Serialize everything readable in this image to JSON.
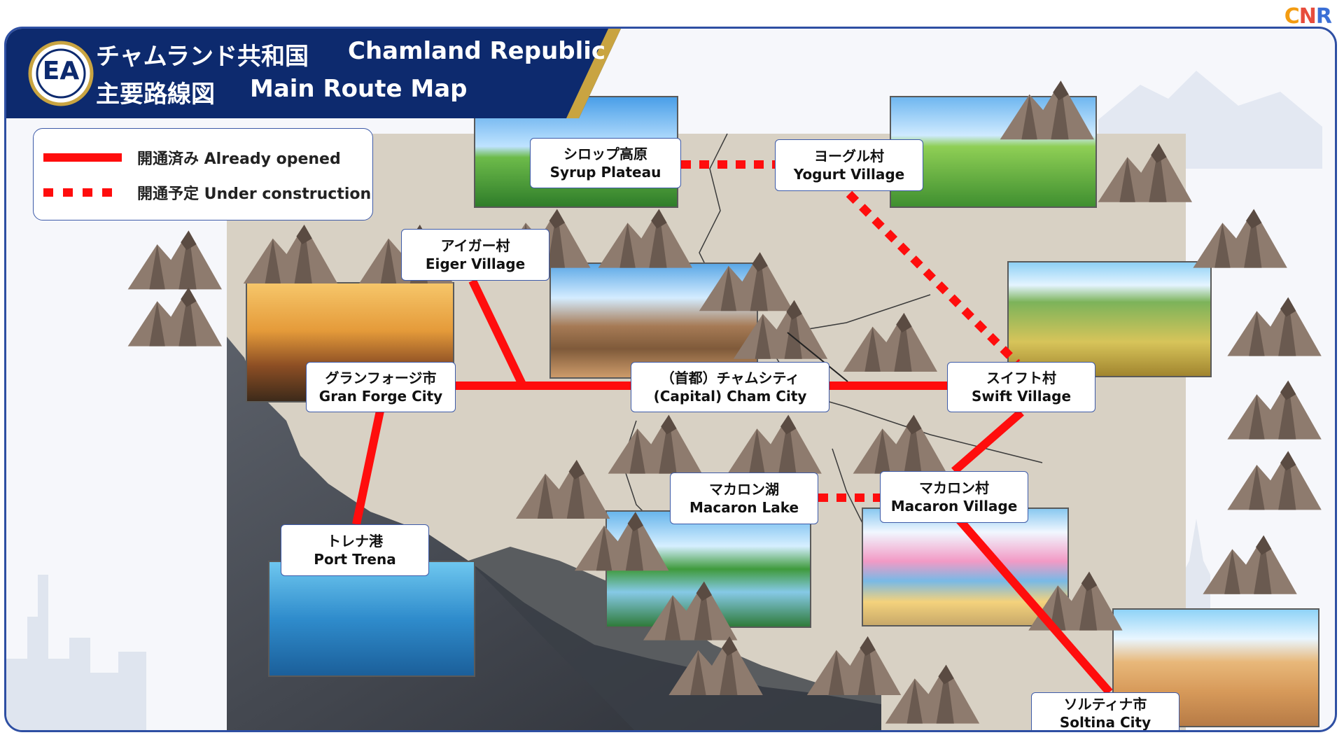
{
  "header": {
    "emblem": "EA",
    "title_line1_jp": "チャムランド共和国",
    "title_line1_en": "Chamland Republic",
    "title_line2_jp": "主要路線図",
    "title_line2_en": "Main Route Map"
  },
  "brand": {
    "c": "C",
    "n": "N",
    "r": "R"
  },
  "legend": {
    "opened": "開通済み Already opened",
    "under_construction": "開通予定 Under construction"
  },
  "places": {
    "syrup": {
      "jp": "シロップ高原",
      "en": "Syrup Plateau"
    },
    "yogurt": {
      "jp": "ヨーグル村",
      "en": "Yogurt Village"
    },
    "eiger": {
      "jp": "アイガー村",
      "en": "Eiger Village"
    },
    "granforge": {
      "jp": "グランフォージ市",
      "en": "Gran Forge City"
    },
    "cham": {
      "jp": "（首都）チャムシティ",
      "en": "(Capital) Cham City"
    },
    "swift": {
      "jp": "スイフト村",
      "en": "Swift Village"
    },
    "lake": {
      "jp": "マカロン湖",
      "en": "Macaron Lake"
    },
    "macaron": {
      "jp": "マカロン村",
      "en": "Macaron Village"
    },
    "trena": {
      "jp": "トレナ港",
      "en": "Port Trena"
    },
    "soltina": {
      "jp": "ソルティナ市",
      "en": "Soltina City"
    }
  },
  "colors": {
    "route": "#ff0d0d",
    "banner": "#0d2a6e",
    "land": "#d8d1c4",
    "sea": "#3b3f47",
    "frame": "#2e4fa3"
  },
  "routes": [
    {
      "from": "Eiger Village",
      "to": "Gran Forge City",
      "status": "opened"
    },
    {
      "from": "Gran Forge City",
      "to": "(Capital) Cham City",
      "status": "opened"
    },
    {
      "from": "(Capital) Cham City",
      "to": "Swift Village",
      "status": "opened"
    },
    {
      "from": "Gran Forge City",
      "to": "Port Trena",
      "status": "opened"
    },
    {
      "from": "Swift Village",
      "to": "Macaron Village",
      "status": "opened"
    },
    {
      "from": "Macaron Village",
      "to": "Soltina City",
      "status": "opened"
    },
    {
      "from": "Syrup Plateau",
      "to": "Yogurt Village",
      "status": "under construction"
    },
    {
      "from": "Yogurt Village",
      "to": "Swift Village",
      "status": "under construction"
    },
    {
      "from": "Macaron Lake",
      "to": "Macaron Village",
      "status": "under construction"
    }
  ]
}
